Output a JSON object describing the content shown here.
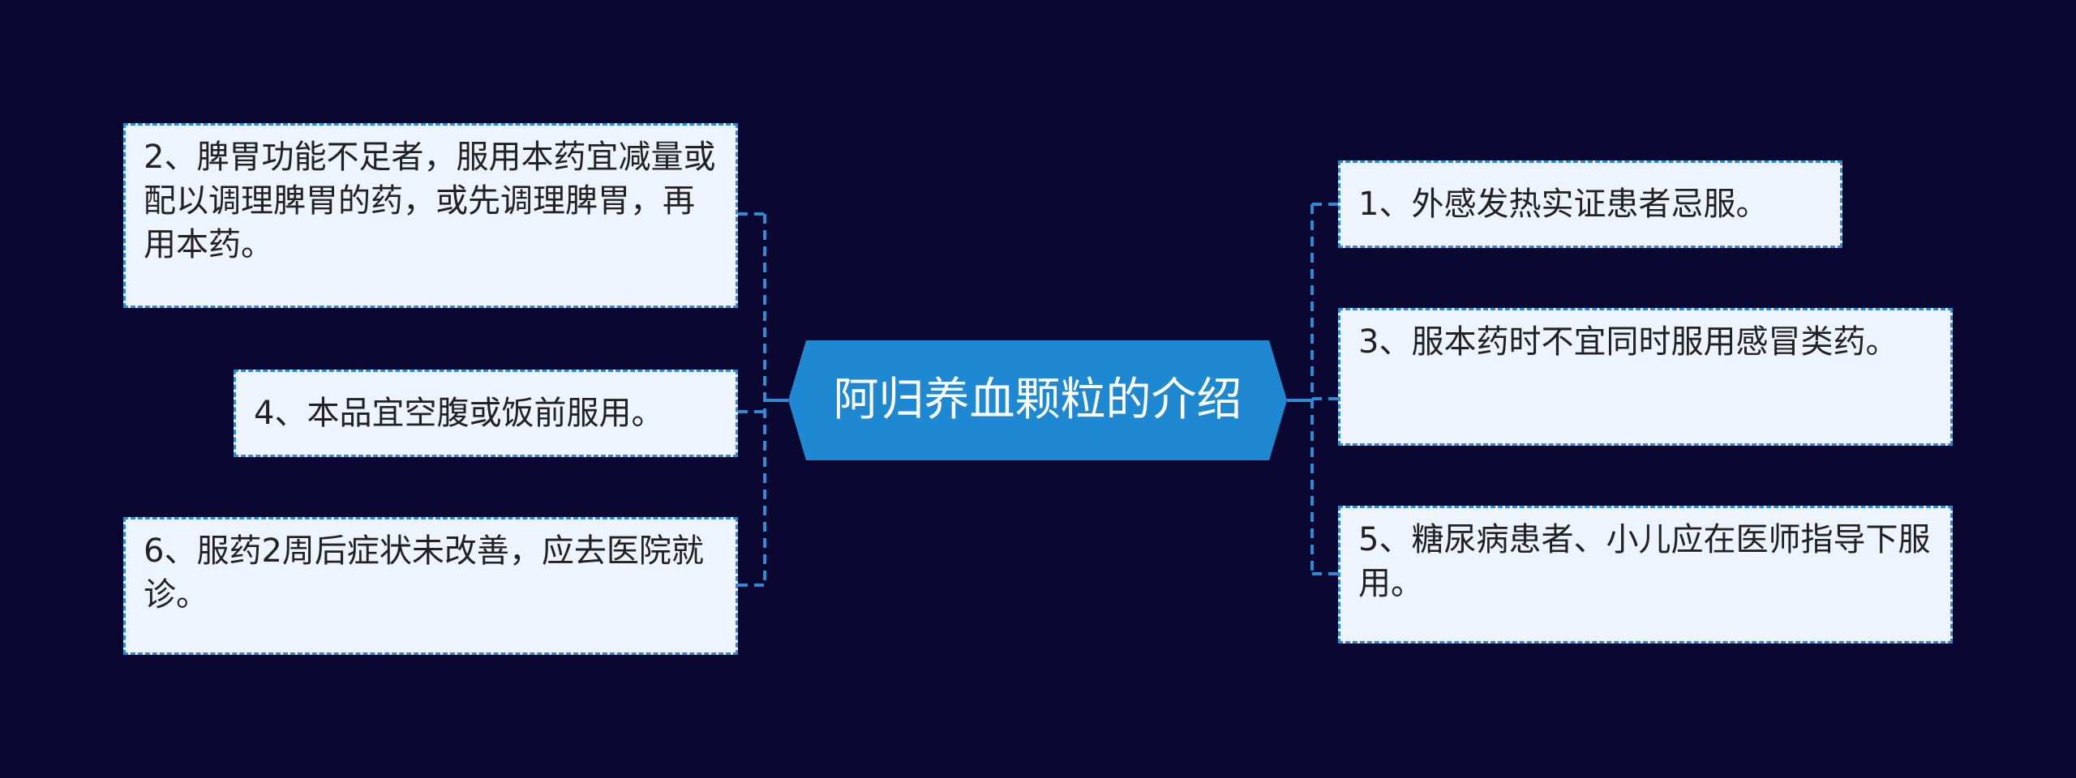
{
  "diagram": {
    "central": {
      "title": "阿归养血颗粒的介绍"
    },
    "left_nodes": [
      {
        "text": "2、脾胃功能不足者，服用本药宜减量或配以调理脾胃的药，或先调理脾胃，再用本药。"
      },
      {
        "text": "4、本品宜空腹或饭前服用。"
      },
      {
        "text": "6、服药2周后症状未改善，应去医院就诊。"
      }
    ],
    "right_nodes": [
      {
        "text": "1、外感发热实证患者忌服。"
      },
      {
        "text": "3、服本药时不宜同时服用感冒类药。"
      },
      {
        "text": "5、糖尿病患者、小儿应在医师指导下服用。"
      }
    ],
    "colors": {
      "background": "#0a0730",
      "central_fill": "#1e88d2",
      "node_fill": "#eef4fe",
      "node_border": "#2f8ad3",
      "connector": "#2f8ad3",
      "node_text": "#222222",
      "central_text": "#ffffff"
    }
  }
}
